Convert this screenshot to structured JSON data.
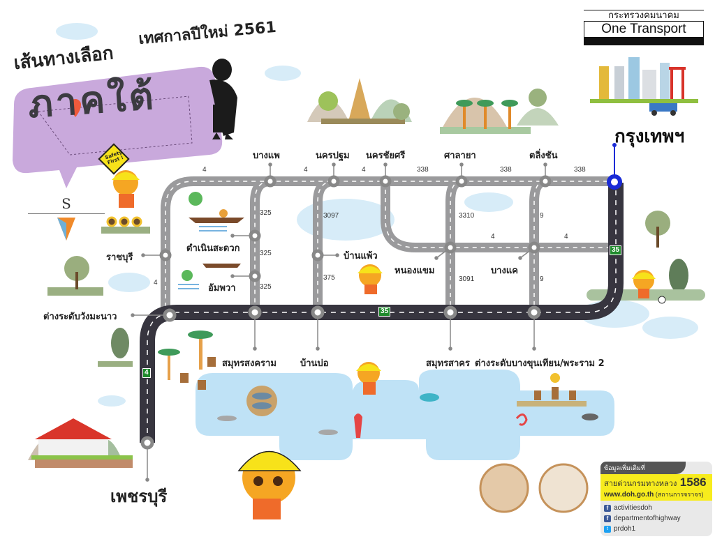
{
  "header": {
    "subtitle_left": "เส้นทางเลือก",
    "subtitle_right": "เทศกาลปีใหม่ 2561",
    "region_title": "ภาคใต้"
  },
  "brand": {
    "ministry_th": "กระทรวงคมนาคม",
    "slogan": "One Transport"
  },
  "destination": "กรุงเทพฯ",
  "origin": "เพชรบุรี",
  "compass": {
    "direction": "S",
    "icon": "south-arrow-icon"
  },
  "mascot_sign": "Safety First !",
  "stations_top": [
    {
      "name": "บางแพ"
    },
    {
      "name": "นครปฐม"
    },
    {
      "name": "นครชัยศรี"
    },
    {
      "name": "ศาลายา"
    },
    {
      "name": "ตลิ่งชัน"
    }
  ],
  "stations_mid": [
    {
      "name": "ดำเนินสะดวก"
    },
    {
      "name": "อัมพวา"
    },
    {
      "name": "ราชบุรี"
    },
    {
      "name": "บ้านแพ้ว"
    },
    {
      "name": "หนองแขม"
    },
    {
      "name": "บางแค"
    },
    {
      "name": "ต่างระดับวังมะนาว"
    }
  ],
  "stations_bottom": [
    {
      "name": "สมุทรสงคราม"
    },
    {
      "name": "บ้านบ่อ"
    },
    {
      "name": "สมุทรสาคร"
    },
    {
      "name": "ต่างระดับบางขุนเทียน/พระราม 2"
    }
  ],
  "road_numbers": {
    "top": [
      "4",
      "4",
      "4",
      "338",
      "338",
      "338"
    ],
    "r325": [
      "325",
      "325",
      "325"
    ],
    "r3097": "3097",
    "r375": "375",
    "r3310": "3310",
    "r3091": "3091",
    "r9": [
      "9",
      "9"
    ],
    "mid4": [
      "4",
      "4"
    ],
    "left4": "4"
  },
  "highway_shields": [
    "35",
    "35",
    "4"
  ],
  "info_box": {
    "header": "ข้อมูลเพิ่มเติมที่",
    "hotline_label": "สายด่วนกรมทางหลวง",
    "hotline_number": "1586",
    "website": "www.doh.go.th",
    "website_note": "(สถานการจราจร)",
    "socials": [
      {
        "type": "facebook",
        "handle": "activitiesdoh"
      },
      {
        "type": "facebook",
        "handle": "departmentofhighway"
      },
      {
        "type": "twitter",
        "handle": "prdoh1"
      }
    ]
  },
  "colors": {
    "main_road": "#37353f",
    "secondary_road": "#9a9a9c",
    "destination_node": "#1a2bd6",
    "sea": "#bfe2f6",
    "bubble": "#c9a9dc",
    "shield": "#1f8b2c",
    "info_yellow": "#f7ec1d"
  }
}
